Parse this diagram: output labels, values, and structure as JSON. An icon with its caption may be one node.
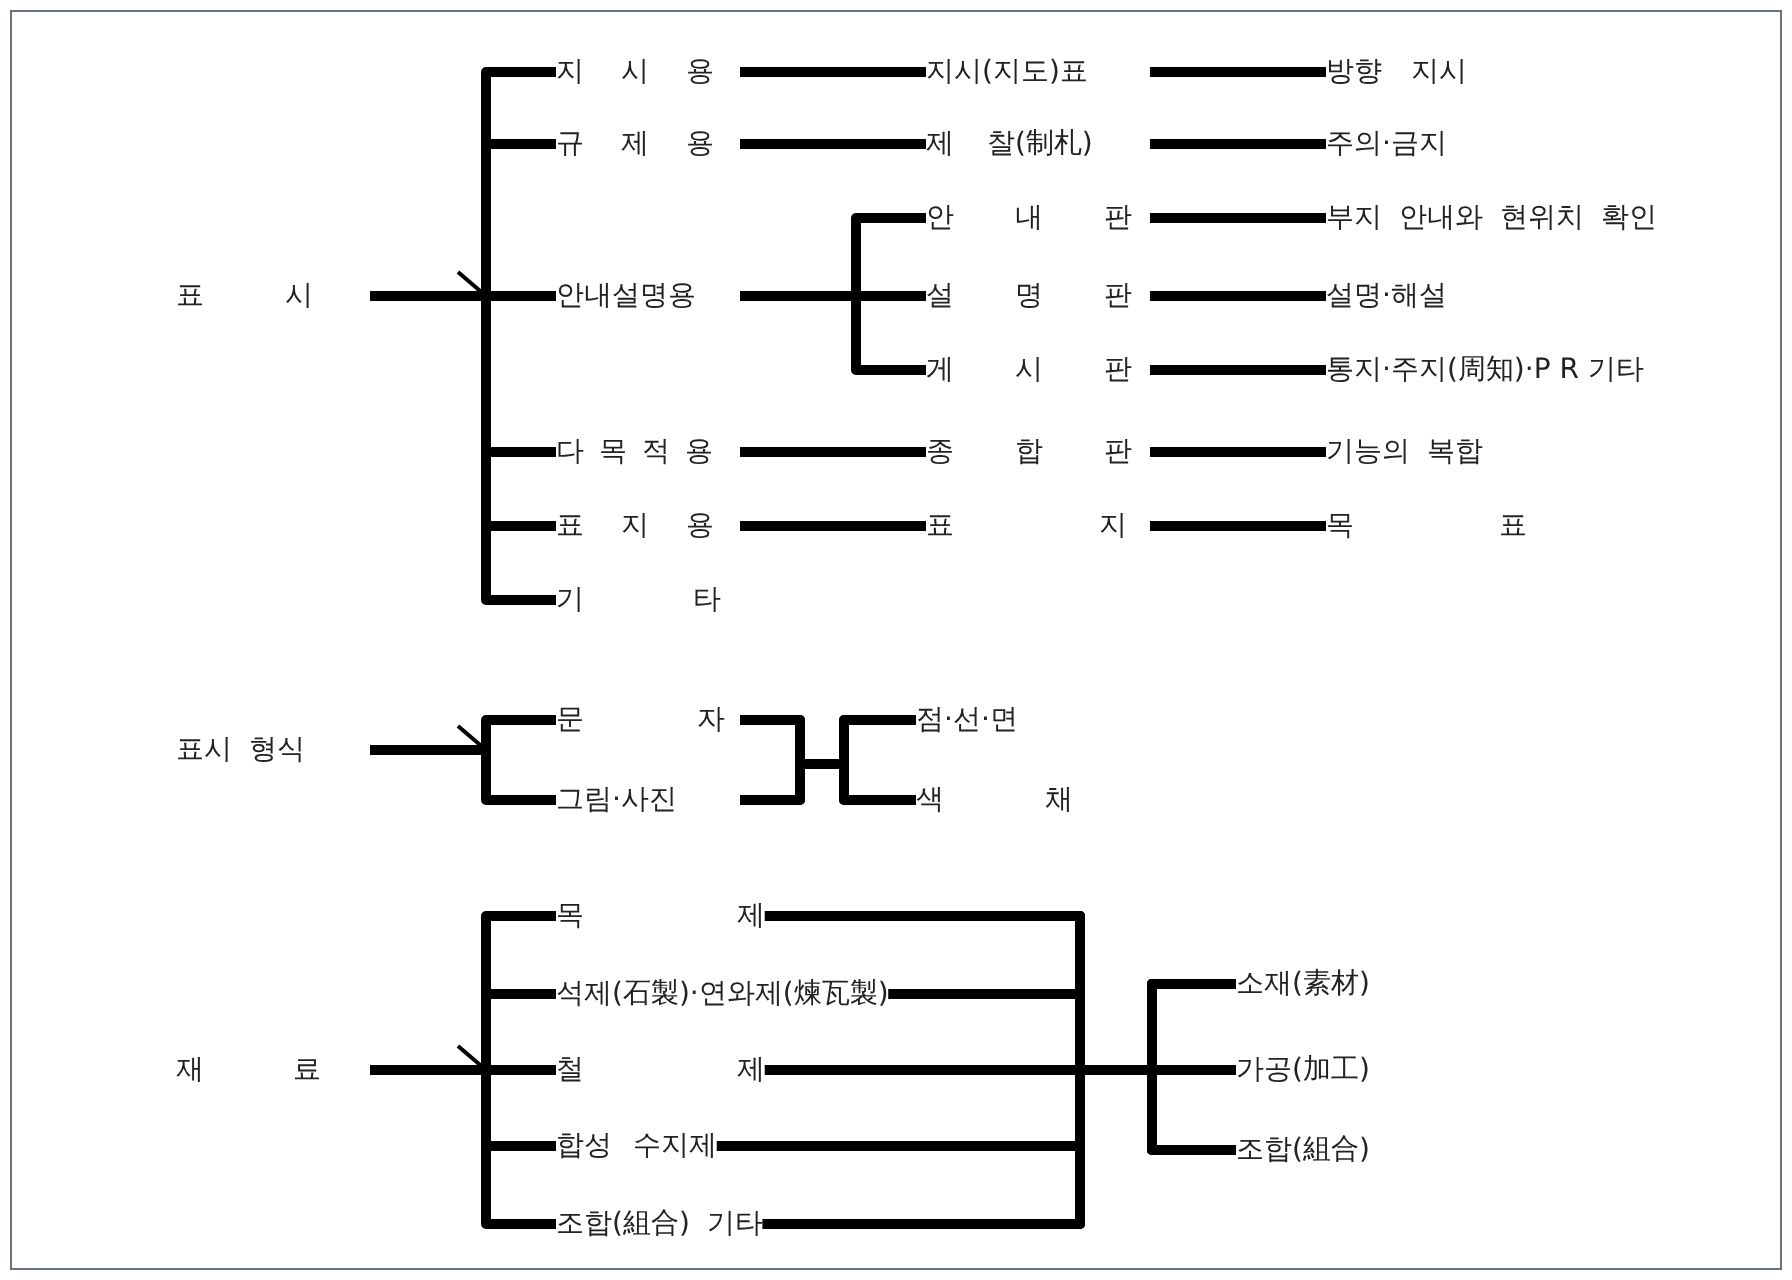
{
  "diagram": {
    "nodes": [
      {
        "text": [
          "표 시"
        ]
      },
      {
        "text": [
          "지 시 용"
        ]
      },
      {
        "text": [
          "지시(지도)표"
        ]
      },
      {
        "text": [
          "방향 지시"
        ]
      },
      {
        "text": [
          "규 제 용"
        ]
      },
      {
        "text": [
          "제 찰(制札)"
        ]
      },
      {
        "text": [
          "주의·금지"
        ]
      },
      {
        "text": [
          "안내설명용"
        ]
      },
      {
        "text": [
          "안 내 판"
        ]
      },
      {
        "text": [
          "부지 안내와 현위치 확인"
        ]
      },
      {
        "text": [
          "설 명 판"
        ]
      },
      {
        "text": [
          "설명·해설"
        ]
      },
      {
        "text": [
          "게 시 판"
        ]
      },
      {
        "text": [
          "통지·주지(周知)·P R 기타"
        ]
      },
      {
        "text": [
          "다 목 적 용"
        ]
      },
      {
        "text": [
          "종 합 판"
        ]
      },
      {
        "text": [
          "기능의 복합"
        ]
      },
      {
        "text": [
          "표 지 용"
        ]
      },
      {
        "text": [
          "표 지"
        ]
      },
      {
        "text": [
          "목 표"
        ]
      },
      {
        "text": [
          "기 타"
        ]
      },
      {
        "text": [
          "표시 형식"
        ]
      },
      {
        "text": [
          "문 자"
        ]
      },
      {
        "text": [
          "그림·사진"
        ]
      },
      {
        "text": [
          "점·선·면"
        ]
      },
      {
        "text": [
          "색 채"
        ]
      },
      {
        "text": [
          "재 료"
        ]
      },
      {
        "text": [
          "목 제"
        ]
      },
      {
        "text": [
          "석제(石製)·연와제(煉瓦製)"
        ]
      },
      {
        "text": [
          "철 제"
        ]
      },
      {
        "text": [
          "합성 수지제"
        ]
      },
      {
        "text": [
          "조합(組合) 기타"
        ]
      },
      {
        "text": [
          "소재(素材)"
        ]
      },
      {
        "text": [
          "가공(加工)"
        ]
      },
      {
        "text": [
          "조합(組合)"
        ]
      }
    ],
    "edges": [
      {
        "from": 0,
        "to": 1,
        "arrow": "none"
      },
      {
        "from": 0,
        "to": 4,
        "arrow": "none"
      },
      {
        "from": 0,
        "to": 7,
        "arrow": "none"
      },
      {
        "from": 0,
        "to": 14,
        "arrow": "none"
      },
      {
        "from": 0,
        "to": 17,
        "arrow": "none"
      },
      {
        "from": 0,
        "to": 20,
        "arrow": "none"
      },
      {
        "from": 1,
        "to": 2,
        "arrow": "none"
      },
      {
        "from": 4,
        "to": 5,
        "arrow": "none"
      },
      {
        "from": 14,
        "to": 15,
        "arrow": "none"
      },
      {
        "from": 17,
        "to": 18,
        "arrow": "none"
      },
      {
        "from": 7,
        "to": 8,
        "arrow": "none"
      },
      {
        "from": 7,
        "to": 10,
        "arrow": "none"
      },
      {
        "from": 7,
        "to": 12,
        "arrow": "none"
      },
      {
        "from": 2,
        "to": 3,
        "arrow": "none"
      },
      {
        "from": 5,
        "to": 6,
        "arrow": "none"
      },
      {
        "from": 8,
        "to": 9,
        "arrow": "none"
      },
      {
        "from": 10,
        "to": 11,
        "arrow": "none"
      },
      {
        "from": 12,
        "to": 13,
        "arrow": "none"
      },
      {
        "from": 15,
        "to": 16,
        "arrow": "none"
      },
      {
        "from": 18,
        "to": 19,
        "arrow": "none"
      },
      {
        "from": 21,
        "to": 22,
        "arrow": "none"
      },
      {
        "from": 21,
        "to": 23,
        "arrow": "none"
      },
      {
        "from": 22,
        "to": 24,
        "arrow": "none"
      },
      {
        "from": 22,
        "to": 25,
        "arrow": "none"
      },
      {
        "from": 23,
        "to": 24,
        "arrow": "none"
      },
      {
        "from": 23,
        "to": 25,
        "arrow": "none"
      },
      {
        "from": 26,
        "to": 27,
        "arrow": "none"
      },
      {
        "from": 26,
        "to": 28,
        "arrow": "none"
      },
      {
        "from": 26,
        "to": 29,
        "arrow": "none"
      },
      {
        "from": 26,
        "to": 30,
        "arrow": "none"
      },
      {
        "from": 26,
        "to": 31,
        "arrow": "none"
      },
      {
        "from": 27,
        "to": 32,
        "arrow": "none"
      },
      {
        "from": 27,
        "to": 33,
        "arrow": "none"
      },
      {
        "from": 27,
        "to": 34,
        "arrow": "none"
      },
      {
        "from": 28,
        "to": 32,
        "arrow": "none"
      },
      {
        "from": 28,
        "to": 33,
        "arrow": "none"
      },
      {
        "from": 28,
        "to": 34,
        "arrow": "none"
      },
      {
        "from": 29,
        "to": 32,
        "arrow": "none"
      },
      {
        "from": 29,
        "to": 33,
        "arrow": "none"
      },
      {
        "from": 29,
        "to": 34,
        "arrow": "none"
      },
      {
        "from": 30,
        "to": 32,
        "arrow": "none"
      },
      {
        "from": 30,
        "to": 33,
        "arrow": "none"
      },
      {
        "from": 30,
        "to": 34,
        "arrow": "none"
      },
      {
        "from": 31,
        "to": 32,
        "arrow": "none"
      },
      {
        "from": 31,
        "to": 33,
        "arrow": "none"
      },
      {
        "from": 31,
        "to": 34,
        "arrow": "none"
      }
    ]
  }
}
